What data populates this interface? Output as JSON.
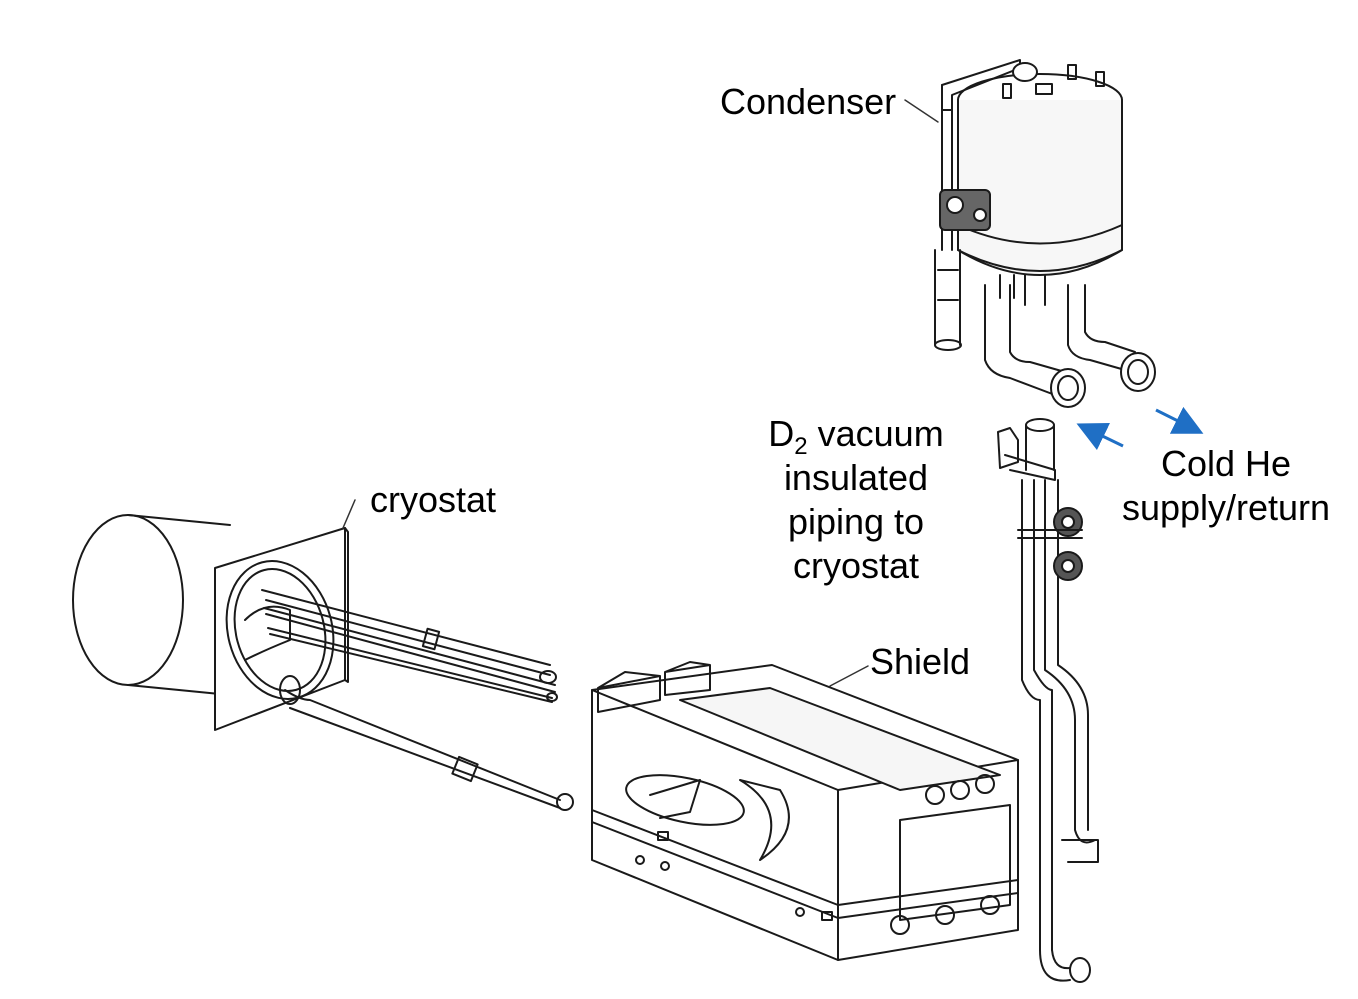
{
  "labels": {
    "condenser": "Condenser",
    "d2_prefix": "D",
    "d2_sub": "2",
    "d2_line1_rest": " vacuum",
    "d2_line2": "insulated",
    "d2_line3": "piping to",
    "d2_line4": "cryostat",
    "cold_he_line1": "Cold He",
    "cold_he_line2": "supply/return",
    "cryostat": "cryostat",
    "shield": "Shield"
  },
  "colors": {
    "text": "#000000",
    "linework": "#1a1a1a",
    "arrow": "#1f6fc5",
    "background": "#ffffff"
  }
}
